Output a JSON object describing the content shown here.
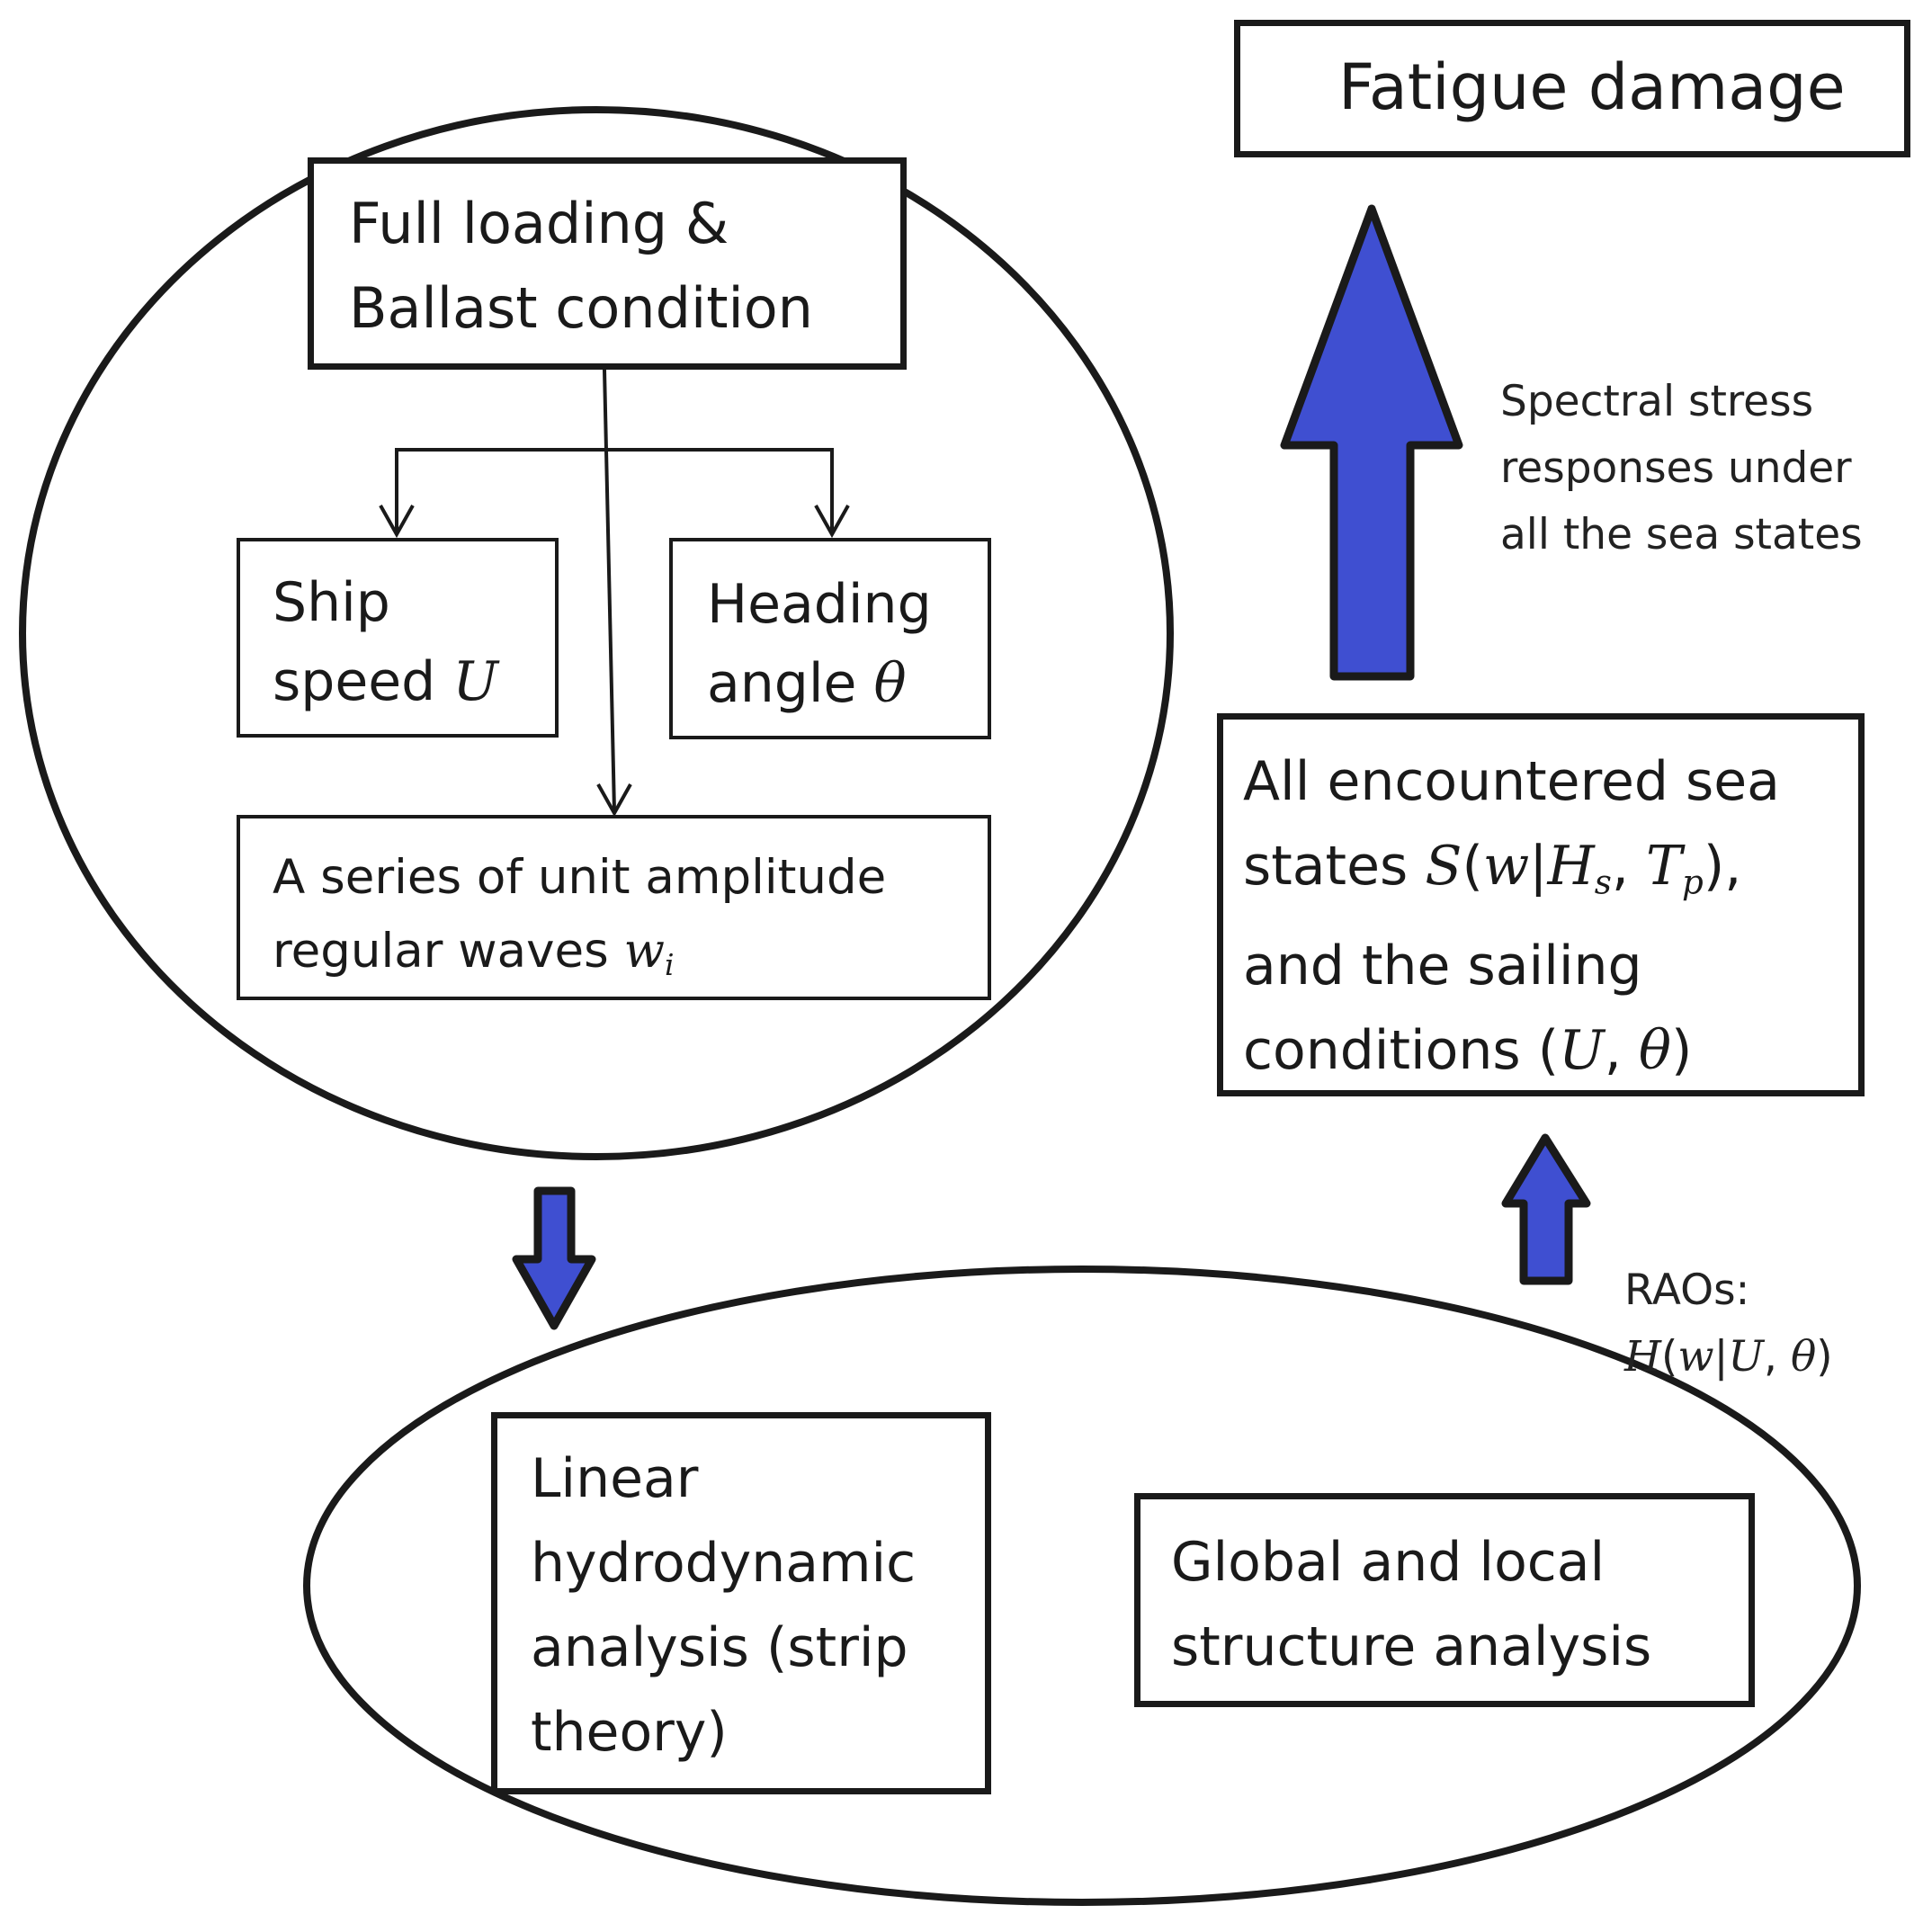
{
  "diagram": {
    "fatigue_damage": "Fatigue damage",
    "loading_condition": [
      "Full loading &",
      "Ballast condition"
    ],
    "ship_speed": {
      "line1": "Ship",
      "line2_text": "speed ",
      "line2_symbol": "U"
    },
    "heading_angle": {
      "line1": "Heading",
      "line2_text": "angle ",
      "line2_symbol": "θ"
    },
    "regular_waves": {
      "line1": "A series of unit amplitude",
      "line2_text": "regular waves ",
      "symbol": "w",
      "subscript": "i"
    },
    "sea_states": {
      "line1": "All encountered sea",
      "line2": {
        "text": "states ",
        "S": "S",
        "open": "(",
        "w": "w",
        "bar": "|",
        "H": "H",
        "H_sub": "s",
        "comma": ", ",
        "T": "T",
        "T_sub": "p",
        "close": "),"
      },
      "line3": "and the sailing",
      "line4": {
        "text": "conditions (",
        "U": "U",
        "comma": ", ",
        "theta": "θ",
        "close": ")"
      }
    },
    "linear_analysis": [
      "Linear",
      "hydrodynamic",
      "analysis (strip",
      "theory)"
    ],
    "structure_analysis": [
      "Global and local",
      "structure analysis"
    ],
    "spectral_label": [
      "Spectral stress",
      "responses under",
      "all the sea states"
    ],
    "raos_label": {
      "line1": "RAOs:",
      "H": "H",
      "open": "(",
      "w": "w",
      "bar": "|",
      "U": "U",
      "comma": ", ",
      "theta": "θ",
      "close": ")"
    }
  },
  "colors": {
    "arrow_fill": "#3f4fd1",
    "stroke": "#1a1a1a",
    "background": "#ffffff"
  }
}
